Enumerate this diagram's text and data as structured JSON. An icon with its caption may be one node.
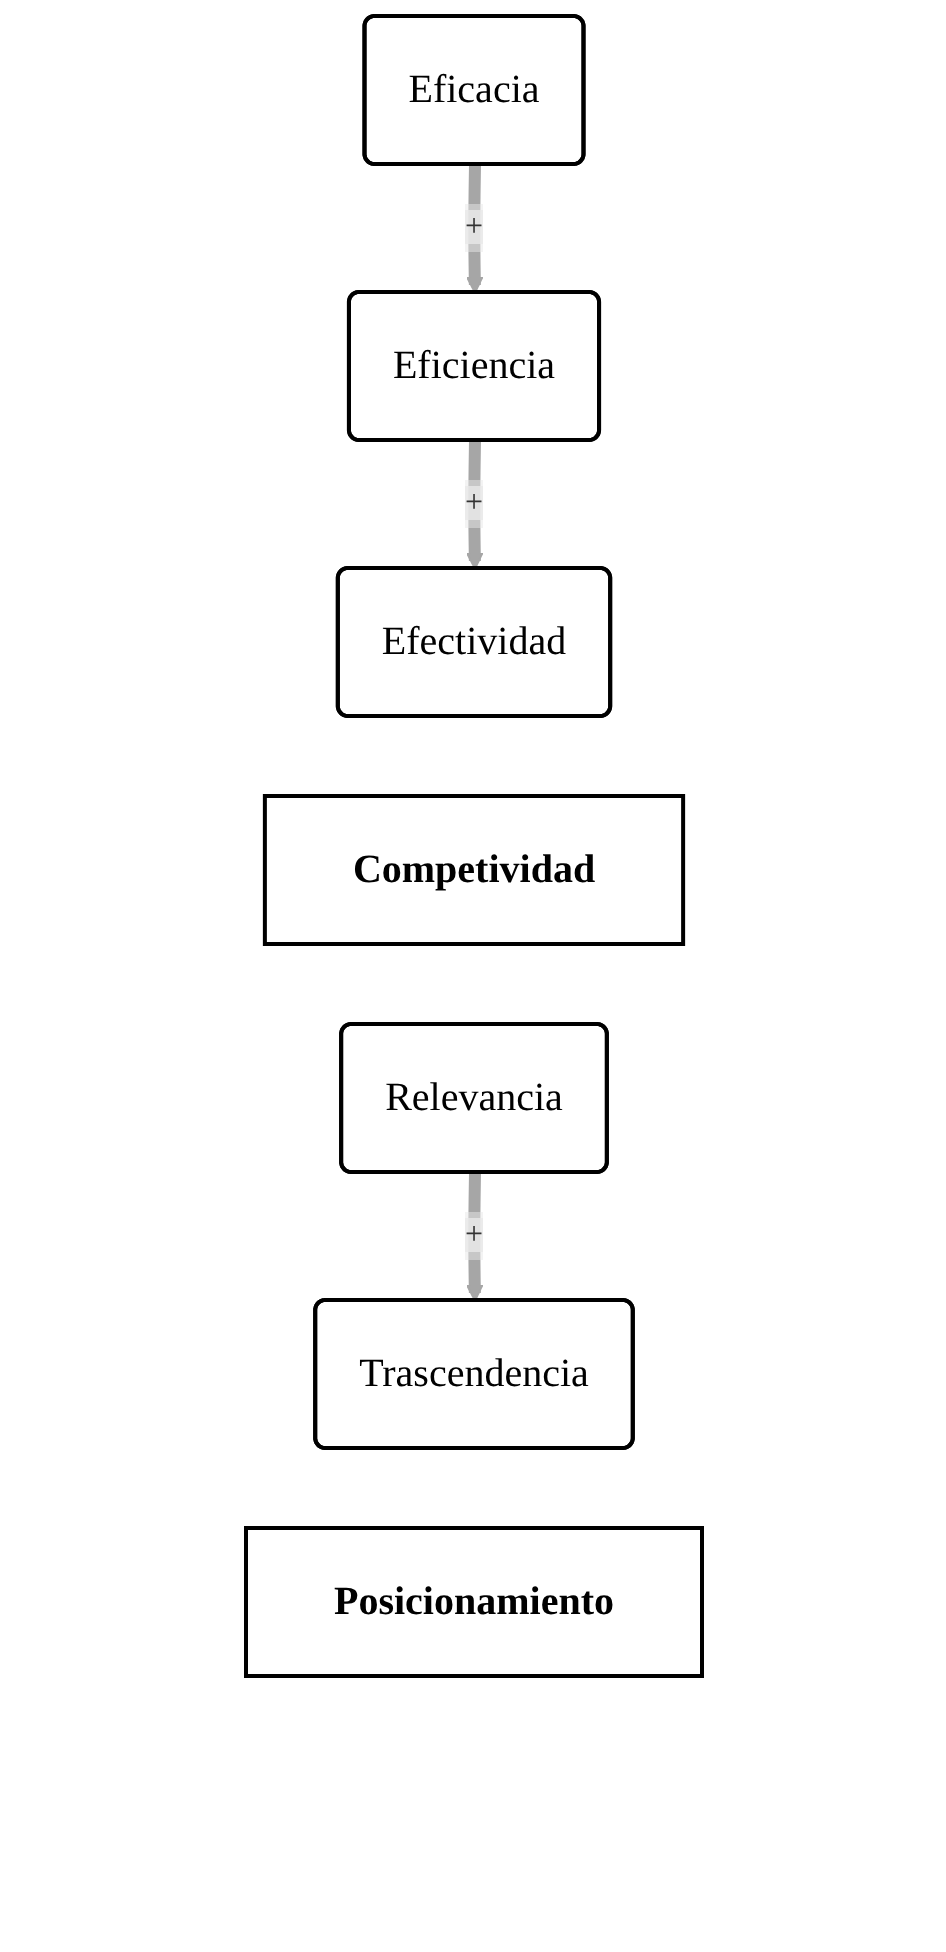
{
  "diagram": {
    "nodes": [
      {
        "text": [
          "Eficacia"
        ]
      },
      {
        "text": [
          "Eficiencia"
        ]
      },
      {
        "text": [
          "Efectividad"
        ]
      },
      {
        "text": [
          "Competividad"
        ]
      },
      {
        "text": [
          "Relevancia"
        ]
      },
      {
        "text": [
          "Trascendencia"
        ]
      },
      {
        "text": [
          "Posicionamiento"
        ]
      }
    ],
    "edges": [
      {
        "from": 0,
        "to": 1,
        "arrow": "to",
        "label": "+"
      },
      {
        "from": 1,
        "to": 2,
        "arrow": "to",
        "label": "+"
      },
      {
        "from": 4,
        "to": 5,
        "arrow": "to",
        "label": "+"
      }
    ]
  }
}
